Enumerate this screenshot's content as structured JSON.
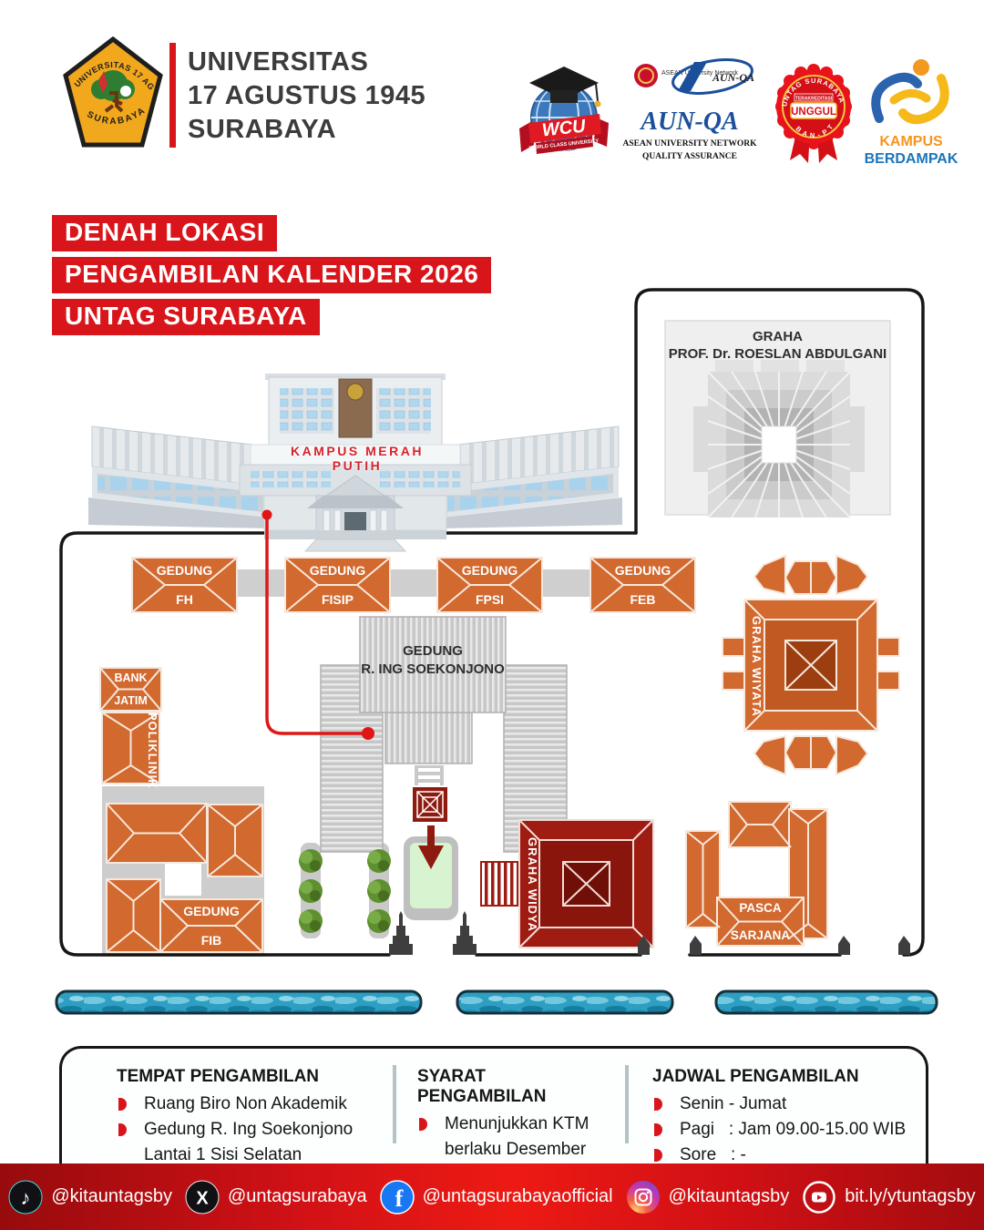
{
  "header": {
    "logo": {
      "arc_top": "UNIVERSITAS 17 AGUSTUS 1945",
      "arc_bottom": "SURABAYA"
    },
    "title_lines": [
      "UNIVERSITAS",
      "17 AGUSTUS 1945",
      "SURABAYA"
    ],
    "badges": {
      "wcu": {
        "main": "WCU",
        "sub": "WORLD CLASS UNIVERSITY"
      },
      "aunqa": {
        "network": "ASEAN University Network",
        "mark": "AUN-QA",
        "main": "AUN-QA",
        "sub1": "ASEAN UNIVERSITY NETWORK",
        "sub2": "QUALITY ASSURANCE"
      },
      "unggul": {
        "arc_top": "UNTAG SURABAYA",
        "badge_small": "TERAKREDITASI",
        "main": "UNGGUL",
        "arc_bottom": "B A N - P T"
      },
      "kampus_berdampak": {
        "line1": "KAMPUS",
        "line2": "BERDAMPAK"
      }
    }
  },
  "banners": [
    "DENAH LOKASI",
    "PENGAMBILAN KALENDER 2026",
    "UNTAG SURABAYA"
  ],
  "map": {
    "graha_roeslan": {
      "line1": "GRAHA",
      "line2": "PROF. Dr. ROESLAN ABDULGANI"
    },
    "kampus_merah_putih": "KAMPUS MERAH PUTIH",
    "faculties": [
      {
        "line1": "GEDUNG",
        "line2": "FH"
      },
      {
        "line1": "GEDUNG",
        "line2": "FISIP"
      },
      {
        "line1": "GEDUNG",
        "line2": "FPSI"
      },
      {
        "line1": "GEDUNG",
        "line2": "FEB"
      }
    ],
    "soekonjono": {
      "line1": "GEDUNG",
      "line2": "R. ING SOEKONJONO"
    },
    "bank_jatim": {
      "line1": "BANK",
      "line2": "JATIM"
    },
    "poliklinik": "POLIKLINIK",
    "fib": {
      "line1": "GEDUNG",
      "line2": "FIB"
    },
    "graha_wiyata": "GRAHA WIYATA",
    "graha_widya": "GRAHA WIDYA",
    "pasca": {
      "line1": "PASCA",
      "line2": "SARJANA"
    }
  },
  "info_sections": [
    {
      "title": "TEMPAT PENGAMBILAN",
      "items": [
        "Ruang Biro Non Akademik",
        "Gedung R. Ing Soekonjono Lantai 1 Sisi Selatan"
      ]
    },
    {
      "title": "SYARAT PENGAMBILAN",
      "items": [
        "Menunjukkan KTM berlaku Desember hingga akhir Januari"
      ]
    },
    {
      "title": "JADWAL PENGAMBILAN",
      "items": [
        "Senin - Jumat",
        "Pagi   : Jam 09.00-15.00 WIB",
        "Sore   : -"
      ]
    }
  ],
  "footer": {
    "social": [
      {
        "icon": "tiktok",
        "handle": "@kitauntagsby"
      },
      {
        "icon": "x",
        "handle": "@untagsurabaya"
      },
      {
        "icon": "facebook",
        "handle": "@untagsurabayaofficial"
      },
      {
        "icon": "instagram",
        "handle": "@kitauntagsby"
      },
      {
        "icon": "youtube",
        "handle": "bit.ly/ytuntagsby"
      }
    ]
  },
  "colors": {
    "accent_red": "#d8151b",
    "orange": "#d2692f",
    "dark_red": "#9e1c12",
    "footer_red": "#e01318"
  }
}
